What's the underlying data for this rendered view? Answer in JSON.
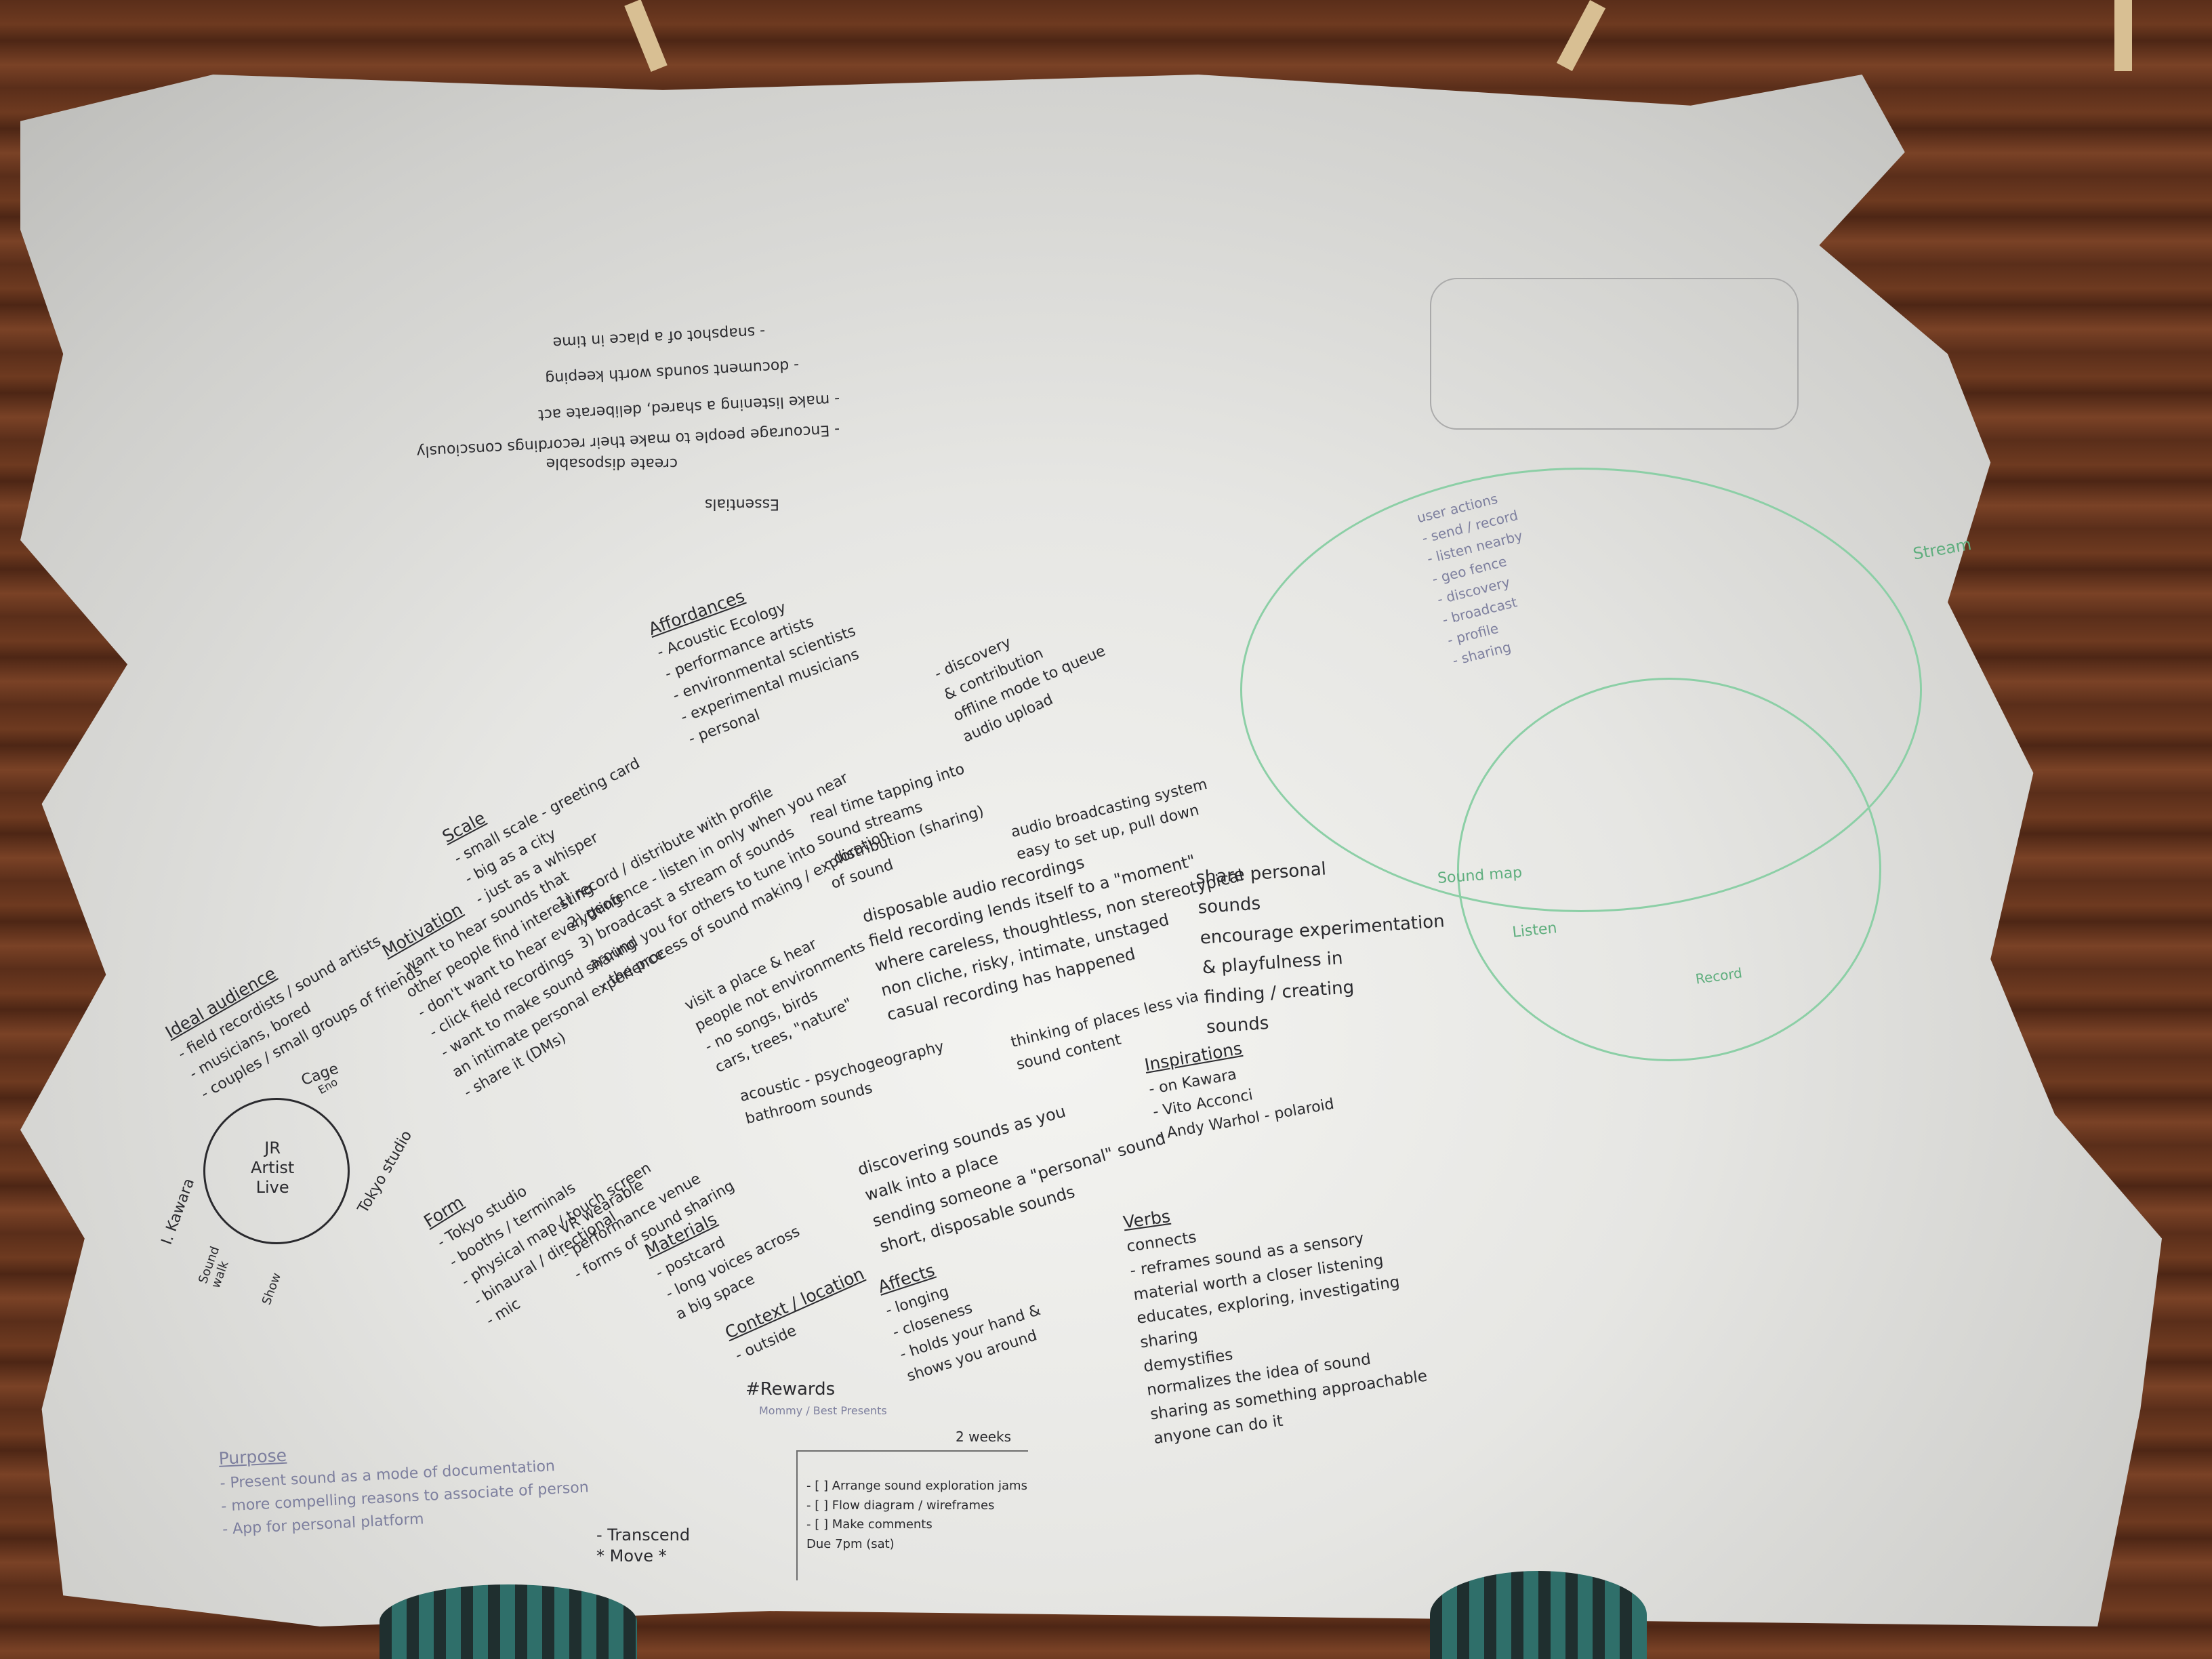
{
  "sheet": {
    "upside_down_top": {
      "title": "Essentials",
      "lines": [
        "create disposable",
        "- Encourage people to make their recordings consciously",
        "- make listening a shared, deliberate act",
        "- document sounds worth keeping",
        "- snapshot of a place in time"
      ]
    },
    "affordances": {
      "heading": "Affordances",
      "lines": [
        "- Acoustic Ecology",
        "- performance artists",
        "- environmental scientists",
        "- experimental musicians",
        "- personal"
      ]
    },
    "ideal_audience": {
      "heading": "Ideal audience",
      "lines": [
        "- field recordists / sound artists",
        "- musicians, bored",
        "- couples / small groups of friends"
      ]
    },
    "motivation": {
      "heading": "Motivation",
      "lines": [
        "- want to hear sounds that",
        "other people find interesting",
        "- don't want to hear everything",
        "- click field recordings",
        "- want to make sound sharing",
        "an intimate personal experience",
        "- share it (DMs)"
      ]
    },
    "scale": {
      "heading": "Scale",
      "lines": [
        "- small scale - greeting card",
        "- big as a city",
        "- just as a whisper"
      ]
    },
    "ideas": {
      "lines": [
        "1) record / distribute with profile",
        "2) geofence - listen in only when you near",
        "3) broadcast a stream of sounds",
        "around you for others to tune into",
        "- the process of sound making / exploration"
      ]
    },
    "discovery": {
      "lines": [
        "- discovery",
        "& contribution",
        "offline mode to queue",
        "audio upload"
      ]
    },
    "realtime": {
      "lines": [
        "real time tapping into",
        "sound streams",
        "- distribution (sharing)",
        "of sound"
      ]
    },
    "broadcasting": {
      "lines": [
        "audio broadcasting system",
        "easy to set up, pull down"
      ]
    },
    "disposable": {
      "lines": [
        "disposable audio recordings",
        "field recording lends itself to a \"moment\"",
        "where careless, thoughtless, non stereotypical",
        "non cliche, risky, intimate, unstaged",
        "casual recording has happened"
      ]
    },
    "visit_place": {
      "lines": [
        "visit a place & hear",
        "people not environments",
        "- no songs, birds",
        "cars, trees, \"nature\""
      ]
    },
    "share": {
      "lines": [
        "share personal",
        "sounds",
        "encourage experimentation",
        "& playfulness in",
        "finding / creating",
        "sounds"
      ]
    },
    "form": {
      "heading": "Form",
      "lines": [
        "- Tokyo studio",
        "- booths / terminals",
        "- physical map / touch screen",
        "- binaural / directional",
        "- mic"
      ]
    },
    "vr": {
      "lines": [
        "- VR wearable",
        "- performance venue",
        "- forms of sound sharing"
      ]
    },
    "psycho": {
      "lines": [
        "acoustic - psychogeography",
        "bathroom sounds",
        "thinking of places less via",
        "sound content"
      ]
    },
    "inspirations": {
      "heading": "Inspirations",
      "lines": [
        "- on Kawara",
        "- Vito Acconci",
        "- Andy Warhol - polaroid"
      ]
    },
    "discovering": {
      "lines": [
        "discovering sounds as you",
        "walk into a place",
        "sending someone a \"personal\" sound",
        "short, disposable sounds"
      ]
    },
    "materials": {
      "heading": "Materials",
      "lines": [
        "- postcard",
        "- long voices across",
        "a big space"
      ]
    },
    "context": {
      "heading": "Context / location",
      "lines": [
        "- outside"
      ]
    },
    "affects": {
      "heading": "Affects",
      "lines": [
        "- longing",
        "- closeness",
        "- holds your hand &",
        "shows you around"
      ]
    },
    "verbs": {
      "heading": "Verbs",
      "lines": [
        "connects",
        "- reframes sound as a sensory",
        "material worth a closer listening",
        "educates, exploring, investigating",
        "sharing",
        "demystifies",
        "normalizes the idea of sound",
        "sharing as something approachable",
        "anyone can do it"
      ]
    },
    "diagram": {
      "center": "JR\nArtist\nLive",
      "labels": [
        "Cage",
        "Tokyo studio",
        "Eno",
        "I. Kawara",
        "Sound\nwalk",
        "Show"
      ]
    },
    "bottom_purpose": {
      "heading": "Purpose",
      "lines": [
        "- Present sound as a mode of documentation",
        "- more compelling reasons to associate of person",
        "- App for personal platform"
      ]
    },
    "bottom_center": {
      "heading": "#Rewards",
      "sub": "Mommy / Best Presents",
      "tag": "2 weeks",
      "lines": [
        "- [ ] Arrange sound exploration jams",
        "- [ ] Flow diagram / wireframes",
        "- [ ] Make comments",
        "Due 7pm (sat)"
      ],
      "footer": "- Transcend\n* Move *"
    },
    "right_faint": {
      "lines": [
        "user actions",
        "- send / record",
        "- listen nearby",
        "- geo fence",
        "- discovery",
        "- broadcast",
        "- profile",
        "- sharing"
      ],
      "green_labels": [
        "Stream",
        "Sound map",
        "Listen",
        "Record"
      ]
    }
  }
}
